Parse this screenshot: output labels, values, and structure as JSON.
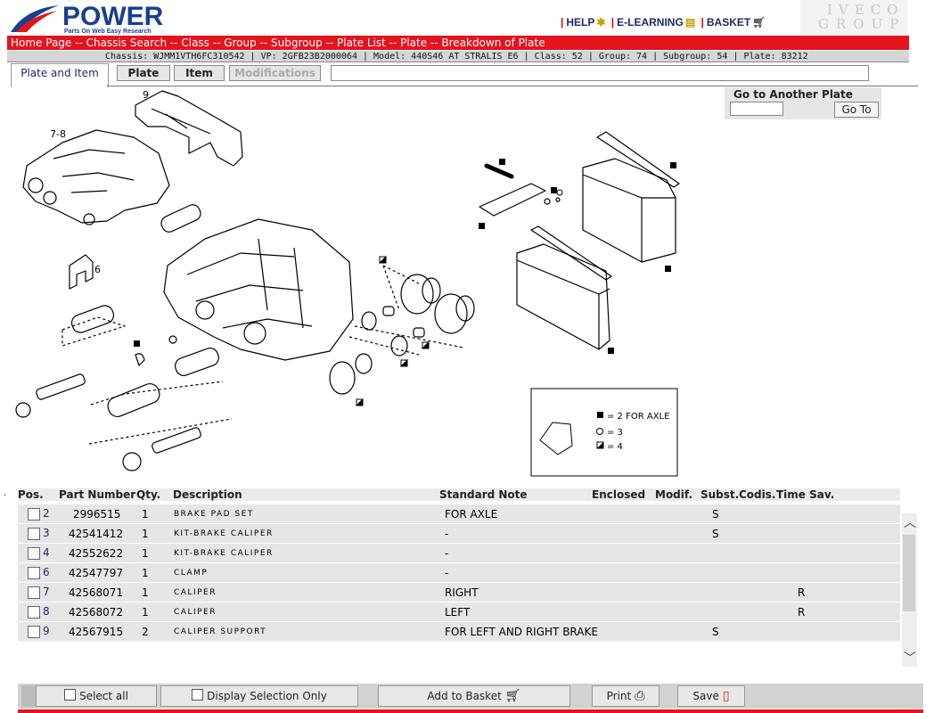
{
  "header": {
    "logo_text": "POWER",
    "logo_tagline": "Parts On Web Easy Research",
    "nav": [
      {
        "label": "HELP",
        "icon": "lightbulb-icon"
      },
      {
        "label": "E-LEARNING",
        "icon": "book-icon"
      },
      {
        "label": "BASKET",
        "icon": "cart-icon"
      }
    ],
    "brand_line1": "IVECO",
    "brand_line2": "GROUP"
  },
  "breadcrumb": "Home Page -- Chassis Search -- Class -- Group -- Subgroup -- Plate List -- Plate -- Breakdown of Plate",
  "info": "Chassis: WJMM1VTH6FC310542 | VP: 2GFB23B2000064 | Model: 440S46 AT STRALIS E6 | Class: 52 | Group: 74 | Subgroup: 54 | Plate: 83212",
  "tabs": {
    "active": "Plate and Item",
    "buttons": [
      "Plate",
      "Item",
      "Modifications"
    ]
  },
  "goto": {
    "title": "Go to Another Plate",
    "button": "Go To",
    "value": ""
  },
  "diagram": {
    "callouts": [
      "9",
      "7-8",
      "6"
    ],
    "legend": [
      {
        "symbol": "filled-square",
        "text": "= 2  FOR AXLE"
      },
      {
        "symbol": "circle",
        "text": "= 3"
      },
      {
        "symbol": "half-square",
        "text": "= 4"
      }
    ]
  },
  "table": {
    "headers": [
      "Pos.",
      "Part Number",
      "Qty.",
      "Description",
      "Standard Note",
      "Enclosed",
      "Modif.",
      "Subst.",
      "Codis.",
      "Time Sav."
    ],
    "rows": [
      {
        "pos": "2",
        "part": "2996515",
        "qty": "1",
        "desc": "BRAKE PAD SET",
        "note": "FOR AXLE",
        "subst": "S",
        "time": ""
      },
      {
        "pos": "3",
        "part": "42541412",
        "qty": "1",
        "desc": "KIT-BRAKE CALIPER",
        "note": "-",
        "subst": "S",
        "time": ""
      },
      {
        "pos": "4",
        "part": "42552622",
        "qty": "1",
        "desc": "KIT-BRAKE CALIPER",
        "note": "-",
        "subst": "",
        "time": ""
      },
      {
        "pos": "6",
        "part": "42547797",
        "qty": "1",
        "desc": "CLAMP",
        "note": "-",
        "subst": "",
        "time": ""
      },
      {
        "pos": "7",
        "part": "42568071",
        "qty": "1",
        "desc": "CALIPER",
        "note": "RIGHT",
        "subst": "",
        "time": "R"
      },
      {
        "pos": "8",
        "part": "42568072",
        "qty": "1",
        "desc": "CALIPER",
        "note": "LEFT",
        "subst": "",
        "time": "R"
      },
      {
        "pos": "9",
        "part": "42567915",
        "qty": "2",
        "desc": "CALIPER SUPPORT",
        "note": "FOR LEFT AND RIGHT BRAKE",
        "subst": "S",
        "time": ""
      }
    ]
  },
  "footer": {
    "select_all": "Select all",
    "display_selection": "Display Selection Only",
    "add_to_basket": "Add to Basket",
    "print": "Print",
    "save": "Save"
  },
  "colors": {
    "accent_red": "#e4141e",
    "brand_blue": "#1a3f8f"
  }
}
